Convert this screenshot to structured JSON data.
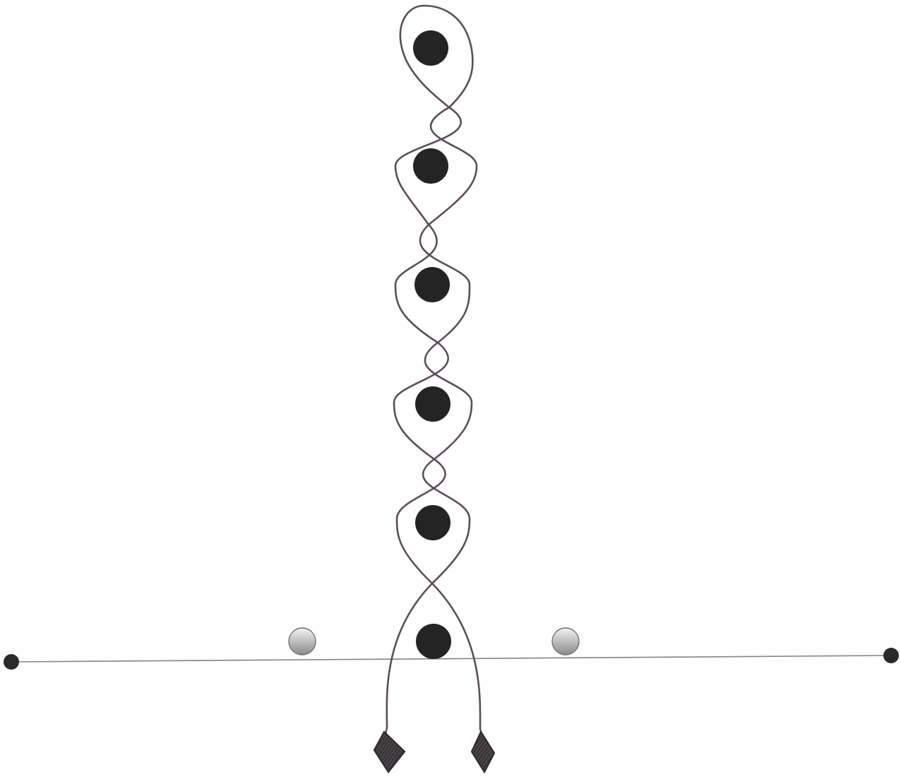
{
  "diagram": {
    "cone_count": 6,
    "crossing_count": 5,
    "markers_on_line": 2,
    "line_end_points": 2,
    "tail_ends": 2,
    "colors": {
      "background": "#ffffff",
      "strand": "#5b4d5a",
      "cone": "#242424",
      "baseline": "#7a8a84",
      "marker_light": "#f2f2f2",
      "marker_dark": "#8a8a8a",
      "end_dot": "#2a2a2a"
    }
  }
}
